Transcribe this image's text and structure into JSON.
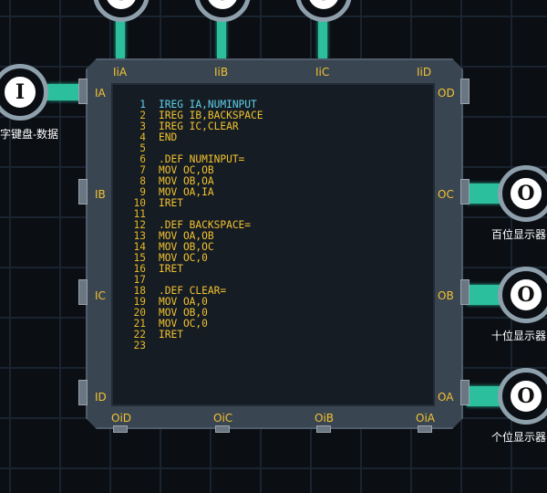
{
  "input_node": {
    "symbol": "I",
    "label": "字键盘-数据"
  },
  "output_nodes": [
    {
      "symbol": "O",
      "label": "百位显示器"
    },
    {
      "symbol": "O",
      "label": "十位显示器"
    },
    {
      "symbol": "O",
      "label": "个位显示器"
    }
  ],
  "top_nodes": [
    {
      "symbol": "O"
    },
    {
      "symbol": "O"
    },
    {
      "symbol": "O"
    }
  ],
  "ports": {
    "top": [
      "IiA",
      "IiB",
      "IiC",
      "IiD"
    ],
    "bottom": [
      "OiD",
      "OiC",
      "OiB",
      "OiA"
    ],
    "left": [
      "IA",
      "IB",
      "IC",
      "ID"
    ],
    "right": [
      "OD",
      "OC",
      "OB",
      "OA"
    ]
  },
  "code": {
    "lines": [
      {
        "n": "1",
        "t": "IREG IA,NUMINPUT"
      },
      {
        "n": "2",
        "t": "IREG IB,BACKSPACE"
      },
      {
        "n": "3",
        "t": "IREG IC,CLEAR"
      },
      {
        "n": "4",
        "t": "END"
      },
      {
        "n": "5",
        "t": ""
      },
      {
        "n": "6",
        "t": ".DEF NUMINPUT="
      },
      {
        "n": "7",
        "t": "MOV OC,OB"
      },
      {
        "n": "8",
        "t": "MOV OB,OA"
      },
      {
        "n": "9",
        "t": "MOV OA,IA"
      },
      {
        "n": "10",
        "t": "IRET"
      },
      {
        "n": "11",
        "t": ""
      },
      {
        "n": "12",
        "t": ".DEF BACKSPACE="
      },
      {
        "n": "13",
        "t": "MOV OA,OB"
      },
      {
        "n": "14",
        "t": "MOV OB,OC"
      },
      {
        "n": "15",
        "t": "MOV OC,0"
      },
      {
        "n": "16",
        "t": "IRET"
      },
      {
        "n": "17",
        "t": ""
      },
      {
        "n": "18",
        "t": ".DEF CLEAR="
      },
      {
        "n": "19",
        "t": "MOV OA,0"
      },
      {
        "n": "20",
        "t": "MOV OB,0"
      },
      {
        "n": "21",
        "t": "MOV OC,0"
      },
      {
        "n": "22",
        "t": "IRET"
      },
      {
        "n": "23",
        "t": ""
      }
    ]
  },
  "colors": {
    "accent": "#f2c230",
    "wire": "#2bbf9e",
    "highlight": "#5fd0e8",
    "board": "#0b0f14"
  }
}
